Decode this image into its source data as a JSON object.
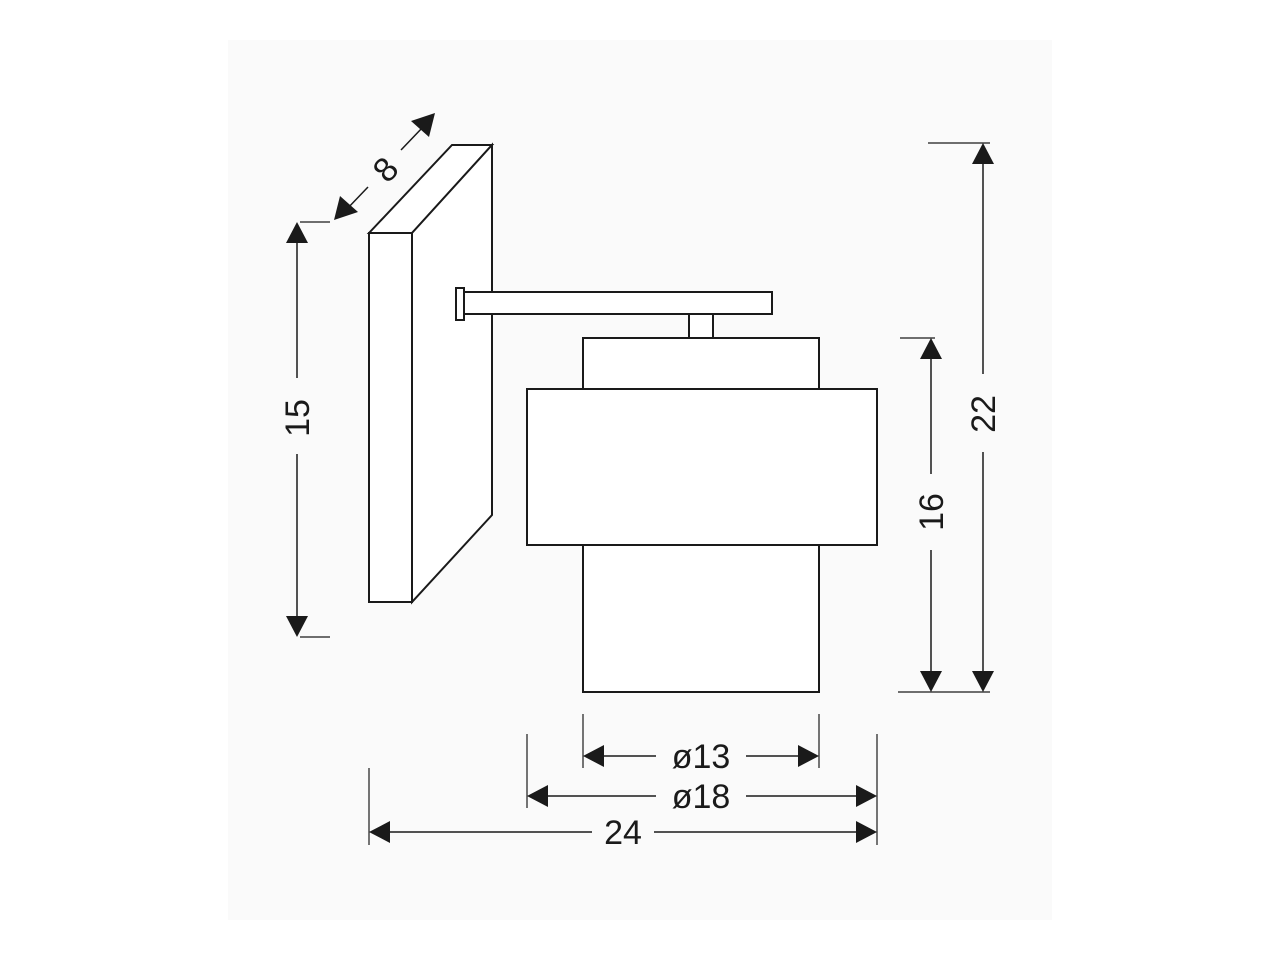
{
  "dimensions": {
    "depth": "8",
    "backplate_height": "15",
    "overall_height": "22",
    "shade_height": "16",
    "inner_diameter": "ø13",
    "outer_diameter": "ø18",
    "overall_width": "24"
  }
}
